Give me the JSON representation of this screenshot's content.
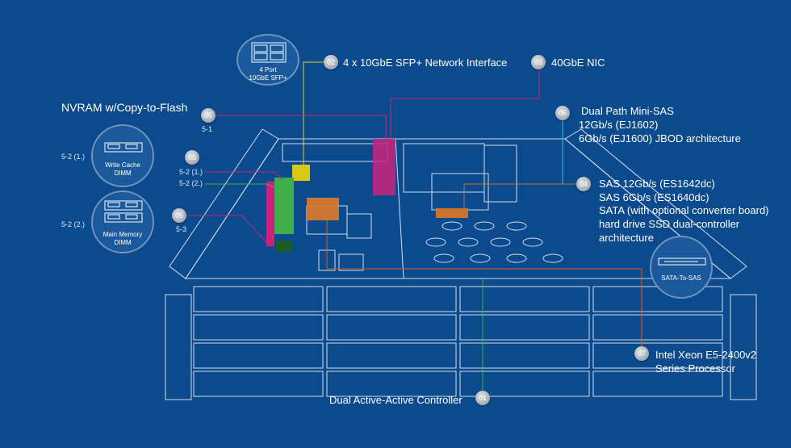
{
  "colors": {
    "background": "#0b4a8c",
    "network": "#e0d22a",
    "nic": "#c8237c",
    "nvram": "#c8237c",
    "memory": "#3fae49",
    "sas": "#c9732e",
    "cpu": "#e05a1e",
    "minisas": "#4fb3e8"
  },
  "callouts": [
    {
      "badge": "02",
      "text": "4 x 10GbE SFP+ Network Interface"
    },
    {
      "badge": "03",
      "text": "40GbE NIC"
    },
    {
      "badge": "06",
      "lines": [
        "Dual Path Mini-SAS",
        "12Gb/s (EJ1602)",
        "6Gb/s (EJ1600) JBOD architecture"
      ]
    },
    {
      "badge": "04",
      "lines": [
        "SAS 12Gb/s (ES1642dc)",
        "SAS 6Gb/s (ES1640dc)",
        "SATA (with optional converter board)",
        "hard drive SSD dual-controller",
        "architecture"
      ]
    },
    {
      "badge": "07",
      "lines": [
        "Intel Xeon E5-2400v2",
        "Series Processor"
      ]
    },
    {
      "badge": "01",
      "text": "Dual Active-Active Controller"
    }
  ],
  "nvram": {
    "title": "NVRAM w/Copy-to-Flash",
    "badge": "05",
    "sub1": "5-1",
    "sub2a": "5-2 (1.)",
    "sub2b": "5-2 (2.)",
    "sub3": "5-3"
  },
  "bubbles": {
    "sfp": {
      "line1": "4 Port",
      "line2": "10GbE SFP+",
      "icon": "sfp-port-icon"
    },
    "write_cache": {
      "side": "5-2 (1.)",
      "line1": "Write Cache",
      "line2": "DIMM",
      "icon": "dimm-icon"
    },
    "main_memory": {
      "side": "5-2 (2.)",
      "line1": "Main Memory",
      "line2": "DIMM",
      "icon": "dimm-icon"
    },
    "sata_to_sas": {
      "line1": "SATA-To-SAS",
      "icon": "converter-board-icon"
    }
  }
}
